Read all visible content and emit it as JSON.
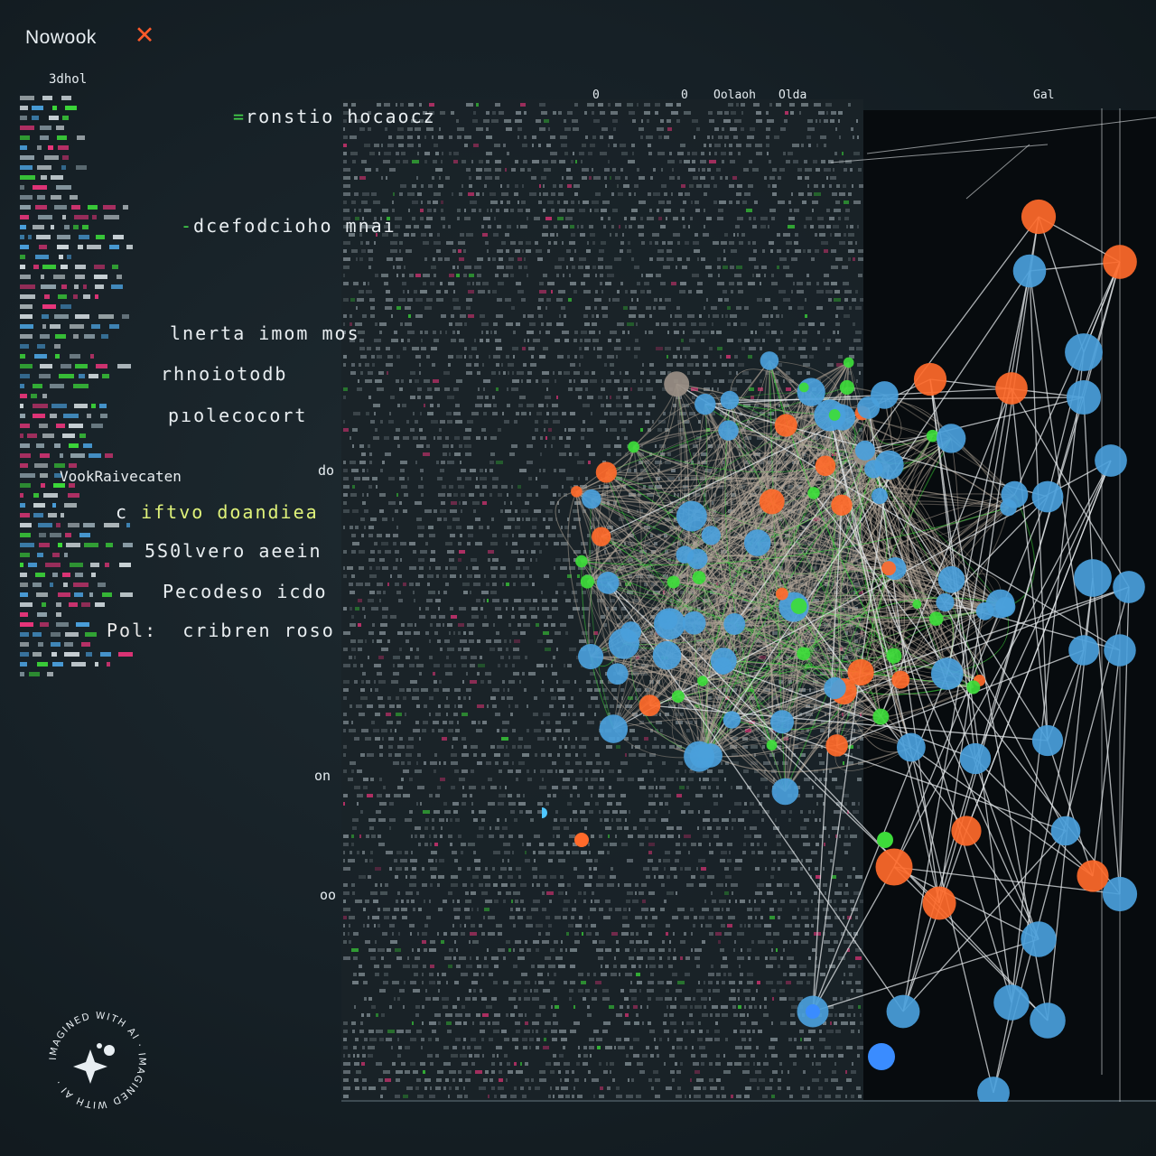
{
  "window": {
    "title": "Nowook",
    "close_icon": "close-x-icon",
    "accent": "#ff5a2a"
  },
  "menu": {
    "label": "3dhol"
  },
  "header": {
    "items": [
      "0",
      "0",
      "Oolaoh",
      "Olda",
      "Gal"
    ]
  },
  "code": {
    "lines": [
      {
        "prefix": "=",
        "text": "ronstio hocaocz"
      },
      {
        "prefix": "-",
        "text": "dcefodcioho mnaı"
      },
      {
        "prefix": "",
        "text": "lnerta imom mos"
      },
      {
        "prefix": "",
        "text": "rhnoiotodb"
      },
      {
        "prefix": "",
        "text": "pıolecocort"
      },
      {
        "prefix": "",
        "text": "VookRaivecaten"
      },
      {
        "prefix": "c",
        "text": "iftvo doandiea"
      },
      {
        "prefix": "",
        "text": "5S0lvero aeein"
      },
      {
        "prefix": "",
        "text": "Pecodeso icdo"
      },
      {
        "prefix": "Pol:",
        "text": "cribren roso"
      }
    ],
    "side_marks": [
      "do",
      "on",
      "oo"
    ]
  },
  "watermark": {
    "text": "IMAGINED WITH AI · IMAGINED WITH AI ·",
    "icon": "sparkle-icon"
  },
  "colors": {
    "blue": "#4a9fdb",
    "orange": "#ff6a2a",
    "green": "#3ddc3a",
    "grey": "#9a8f86",
    "pink": "#e8357a"
  }
}
